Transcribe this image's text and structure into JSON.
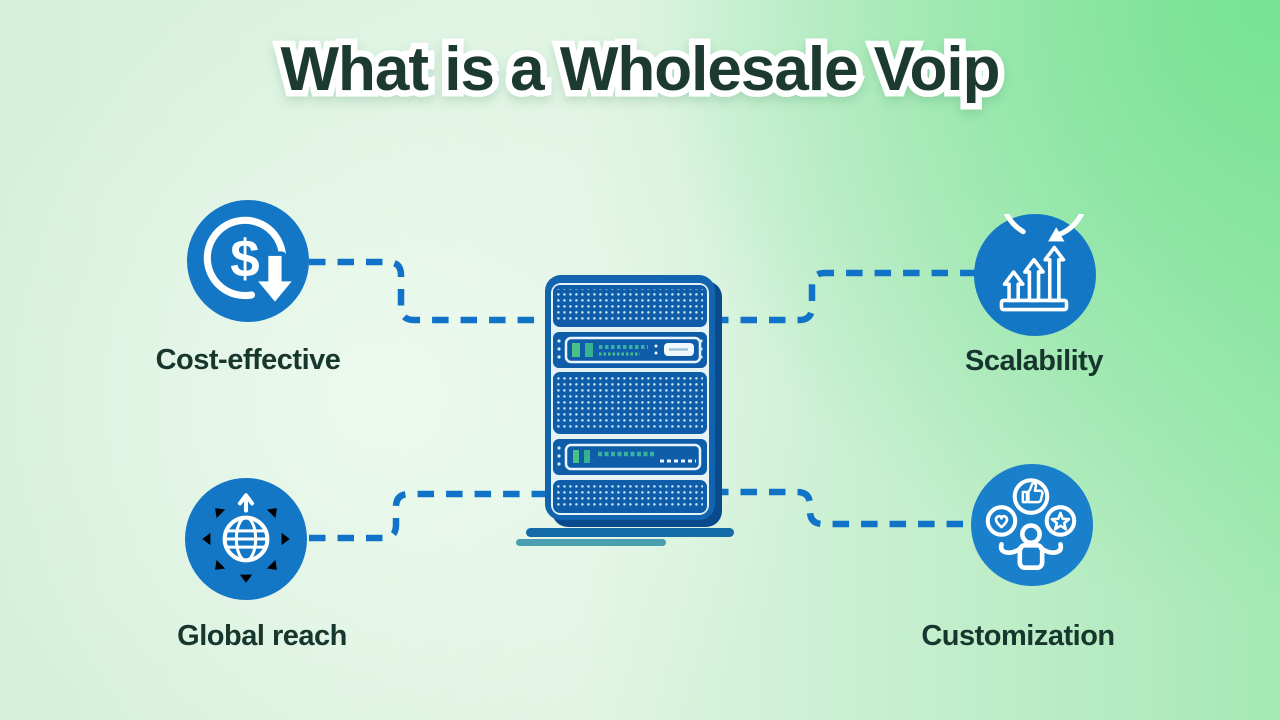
{
  "title": "What is a Wholesale Voip",
  "center_icon": "voip-server-illustration",
  "features": [
    {
      "label": "Cost-effective",
      "icon": "cost-reduction-dollar-icon",
      "position": "top-left"
    },
    {
      "label": "Scalability",
      "icon": "growth-arrows-refresh-icon",
      "position": "top-right"
    },
    {
      "label": "Global reach",
      "icon": "globe-expand-arrows-icon",
      "position": "bottom-left"
    },
    {
      "label": "Customization",
      "icon": "person-preferences-icon",
      "position": "bottom-right"
    }
  ],
  "colors": {
    "background_light": "#ddf3e1",
    "background_green": "#7be597",
    "icon_circle_blue": "#1377c5",
    "connector_blue": "#1173c8",
    "server_blue": "#1264ae",
    "server_accent_green": "#49c289",
    "title_text": "#1c3a30",
    "label_text": "#17362d"
  }
}
